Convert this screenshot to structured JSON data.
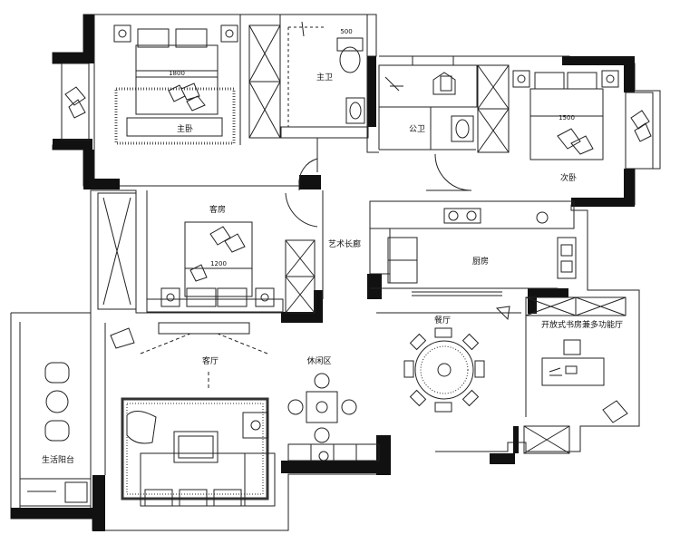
{
  "plan": {
    "rooms": {
      "master_bedroom": "主卧",
      "master_bath": "主卫",
      "public_bath": "公卫",
      "second_bedroom": "次卧",
      "guest_room": "客房",
      "art_corridor": "艺术长廊",
      "kitchen": "厨房",
      "dining": "餐厅",
      "living": "客厅",
      "leisure": "休闲区",
      "study": "开放式书房兼多功能厅",
      "balcony": "生活阳台"
    },
    "dimensions": {
      "master_bed": "1800",
      "second_bed": "1500",
      "guest_bed": "1200",
      "toilet_mark": "500"
    }
  }
}
